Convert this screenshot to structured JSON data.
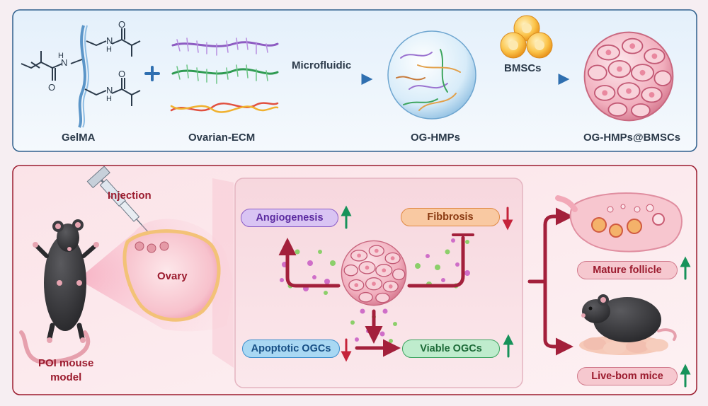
{
  "top": {
    "gelma": "GelMA",
    "ecm": "Ovarian-ECM",
    "microfluidic": "Microfluidic",
    "hmps": "OG-HMPs",
    "bmscs": "BMSCs",
    "hmps_bmscs": "OG-HMPs@BMSCs",
    "chem": {
      "H": "H",
      "N": "N",
      "O": "O"
    }
  },
  "bottom": {
    "injection": "Injection",
    "ovary": "Ovary",
    "poi_line1": "POI mouse",
    "poi_line2": "model",
    "angiogenesis": "Angiogenesis",
    "fibbrosis": "Fibbrosis",
    "apoptotic": "Apoptotic OGCs",
    "viable": "Viable OGCs",
    "mature_follicle": "Mature follicle",
    "live_born": "Live-bom mice"
  },
  "colors": {
    "arrow_blue": "#2f6fb0",
    "arrow_red": "#a3203b",
    "up_green": "#17925a",
    "down_red": "#c5233a",
    "angiogenesis_fill": "#d9c4f3",
    "fibbrosis_fill": "#f9c9a2",
    "apoptotic_fill": "#a9d8f3",
    "viable_fill": "#bfeccd",
    "outcome_fill": "#f6c8cf"
  }
}
